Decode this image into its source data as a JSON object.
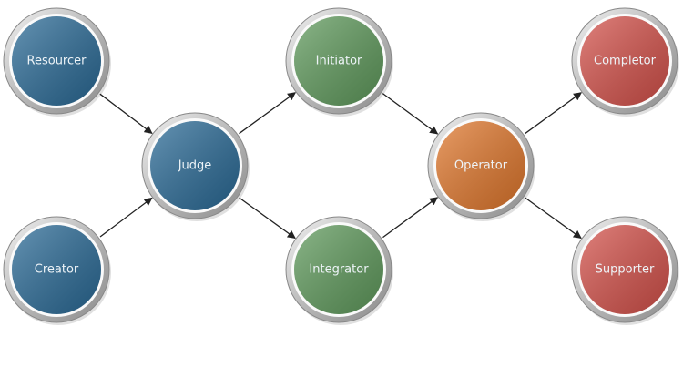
{
  "nodes": [
    {
      "id": "resourcer",
      "label": "Resourcer",
      "color": "#2a6a96"
    },
    {
      "id": "creator",
      "label": "Creator",
      "color": "#2a6a96"
    },
    {
      "id": "judge",
      "label": "Judge",
      "color": "#2a6a96"
    },
    {
      "id": "initiator",
      "label": "Initiator",
      "color": "#5f9a5c"
    },
    {
      "id": "integrator",
      "label": "Integrator",
      "color": "#5f9a5c"
    },
    {
      "id": "operator",
      "label": "Operator",
      "color": "#e0772c"
    },
    {
      "id": "completor",
      "label": "Completor",
      "color": "#d4514a"
    },
    {
      "id": "supporter",
      "label": "Supporter",
      "color": "#d4514a"
    }
  ],
  "edges": [
    [
      "resourcer",
      "judge"
    ],
    [
      "creator",
      "judge"
    ],
    [
      "judge",
      "initiator"
    ],
    [
      "judge",
      "integrator"
    ],
    [
      "initiator",
      "operator"
    ],
    [
      "integrator",
      "operator"
    ],
    [
      "operator",
      "completor"
    ],
    [
      "operator",
      "supporter"
    ]
  ]
}
